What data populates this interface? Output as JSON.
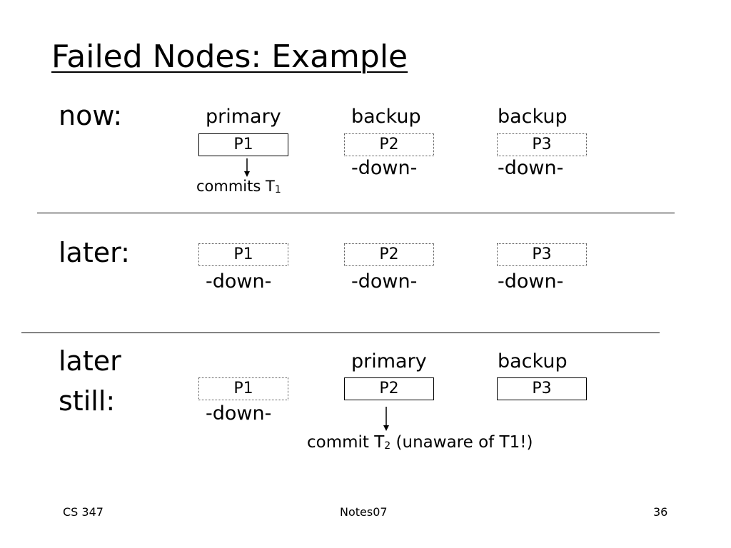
{
  "title": "Failed Nodes: Example",
  "rows": {
    "now": {
      "label": "now:",
      "roles": [
        "primary",
        "backup",
        "backup"
      ],
      "boxes": [
        "P1",
        "P2",
        "P3"
      ],
      "status": [
        "",
        "-down-",
        "-down-"
      ],
      "note": {
        "text": "commits T",
        "sub": "1"
      }
    },
    "later": {
      "label": "later:",
      "boxes": [
        "P1",
        "P2",
        "P3"
      ],
      "status": [
        "-down-",
        "-down-",
        "-down-"
      ]
    },
    "later_still": {
      "label_line1": "later",
      "label_line2": "still:",
      "roles": [
        "",
        "primary",
        "backup"
      ],
      "boxes": [
        "P1",
        "P2",
        "P3"
      ],
      "status": [
        "-down-",
        "",
        ""
      ],
      "note": {
        "text": "commit T",
        "sub": "2",
        "suffix": " (unaware of T1!)"
      }
    }
  },
  "footer": {
    "left": "CS 347",
    "center": "Notes07",
    "right": "36"
  }
}
